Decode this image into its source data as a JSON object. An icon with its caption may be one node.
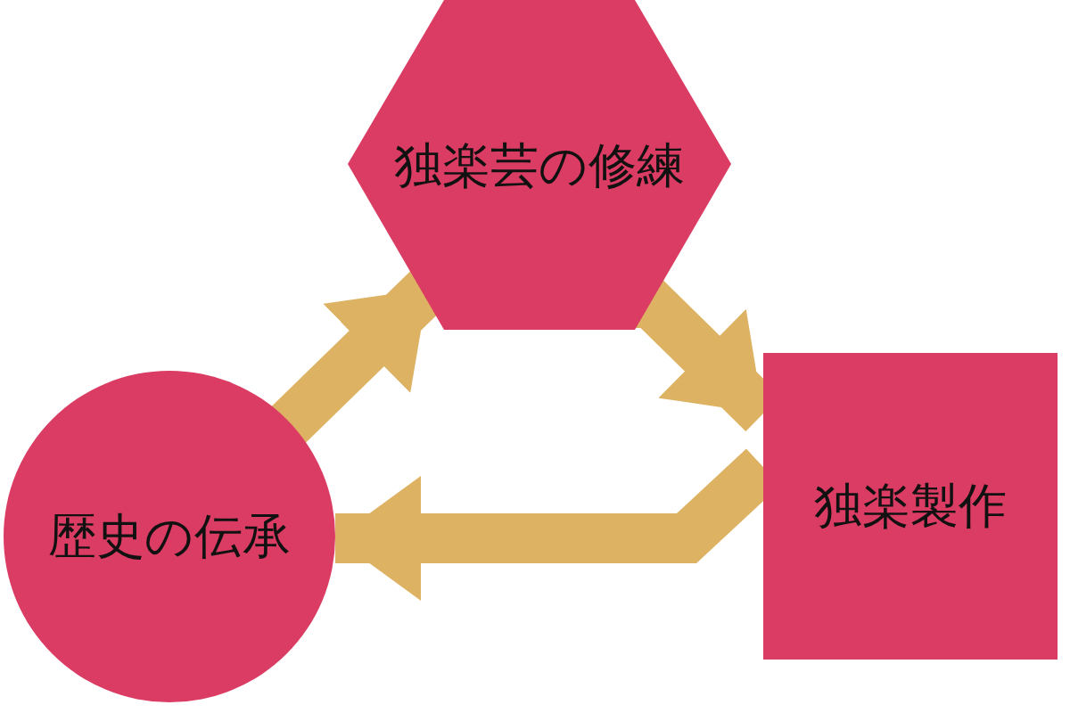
{
  "diagram": {
    "nodes": [
      {
        "text": [
          "独楽芸の修練"
        ]
      },
      {
        "text": [
          "独楽製作"
        ]
      },
      {
        "text": [
          "歴史の伝承"
        ]
      }
    ],
    "edges": [
      {
        "from": 0,
        "to": 1,
        "arrow": "to"
      },
      {
        "from": 1,
        "to": 2,
        "arrow": "to"
      },
      {
        "from": 2,
        "to": 0,
        "arrow": "to"
      }
    ]
  }
}
